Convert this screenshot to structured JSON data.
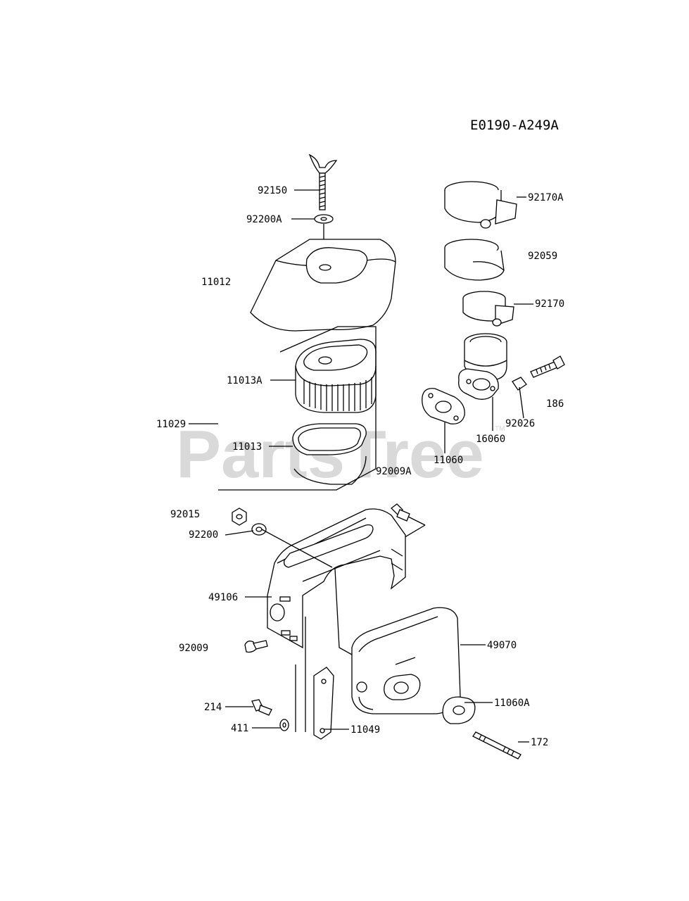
{
  "diagram_code": "E0190-A249A",
  "watermark": "PartsTree",
  "watermark_tm": "TM",
  "labels": {
    "p92150": "92150",
    "p92200A": "92200A",
    "p11012": "11012",
    "p11013A": "11013A",
    "p11029": "11029",
    "p11013": "11013",
    "p92009A": "92009A",
    "p92170A": "92170A",
    "p92059": "92059",
    "p92170": "92170",
    "p186": "186",
    "p92026": "92026",
    "p16060": "16060",
    "p11060": "11060",
    "p92015": "92015",
    "p92200": "92200",
    "p49106": "49106",
    "p92009": "92009",
    "p49070": "49070",
    "p11060A": "11060A",
    "p214": "214",
    "p411": "411",
    "p11049": "11049",
    "p172": "172"
  }
}
